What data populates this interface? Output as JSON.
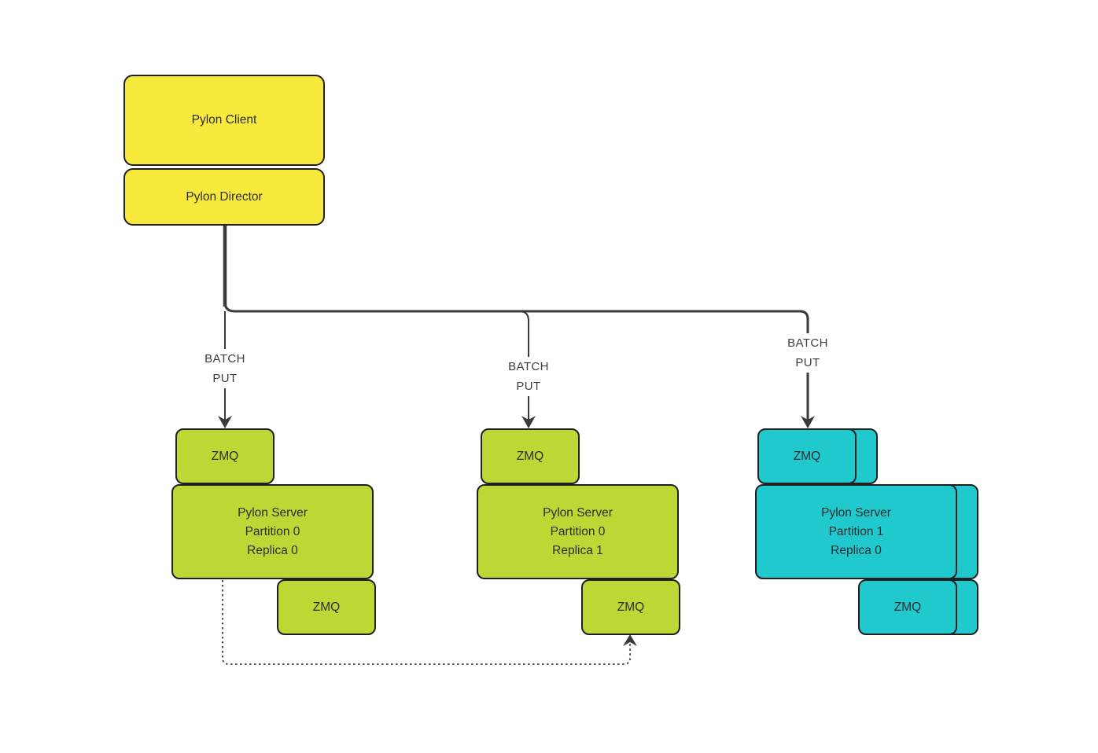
{
  "diagram": {
    "client": {
      "label": "Pylon Client"
    },
    "director": {
      "label": "Pylon Director"
    },
    "groups": [
      {
        "batch_line1": "BATCH",
        "batch_line2": "PUT",
        "zmq_top_label": "ZMQ",
        "server_line1": "Pylon Server",
        "server_line2": "Partition 0",
        "server_line3": "Replica 0",
        "zmq_bottom_label": "ZMQ",
        "color": "#bdd835",
        "stacked": false
      },
      {
        "batch_line1": "BATCH",
        "batch_line2": "PUT",
        "zmq_top_label": "ZMQ",
        "server_line1": "Pylon Server",
        "server_line2": "Partition 0",
        "server_line3": "Replica 1",
        "zmq_bottom_label": "ZMQ",
        "color": "#bdd835",
        "stacked": false
      },
      {
        "batch_line1": "BATCH",
        "batch_line2": "PUT",
        "zmq_top_label": "ZMQ",
        "server_line1": "Pylon Server",
        "server_line2": "Partition 1",
        "server_line3": "Replica 0",
        "zmq_bottom_label": "ZMQ",
        "color": "#1fc9ce",
        "stacked": true
      }
    ],
    "colors": {
      "client_fill": "#f7ea3d",
      "green_fill": "#bdd835",
      "cyan_fill": "#1fc9ce",
      "node_border": "#1f1f1f",
      "line": "#3a3a3a",
      "text": "#2d2d2d"
    }
  }
}
